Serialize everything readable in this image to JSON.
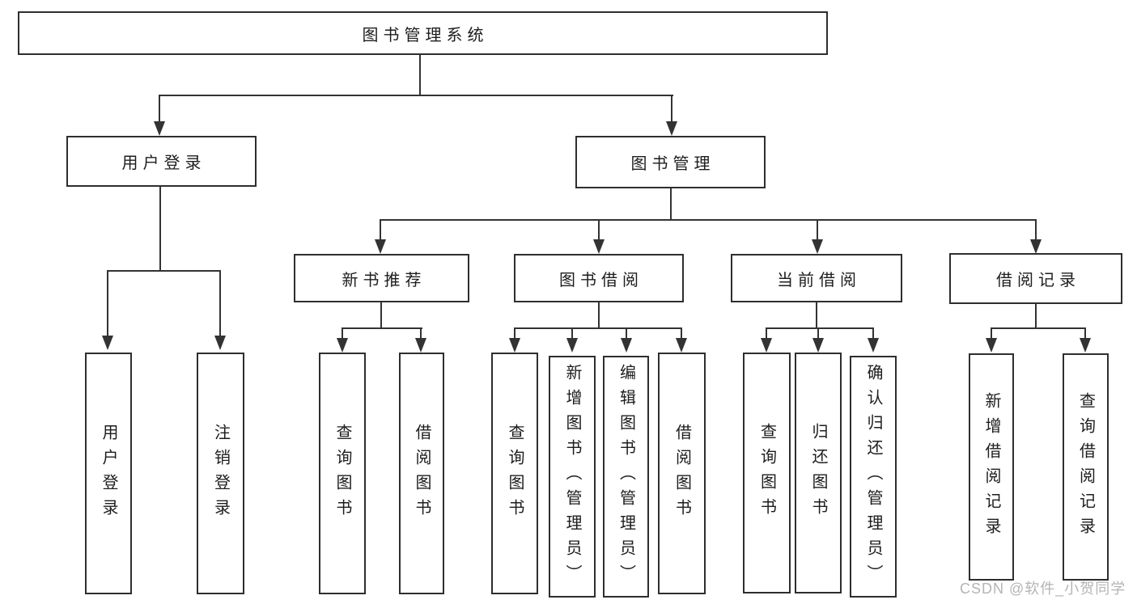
{
  "diagram": {
    "root": {
      "label": "图书管理系统"
    },
    "branches": [
      {
        "label": "用户登录",
        "leaves": [
          "用户登录",
          "注销登录"
        ]
      },
      {
        "label": "图书管理",
        "groups": [
          {
            "label": "新书推荐",
            "leaves": [
              "查询图书",
              "借阅图书"
            ]
          },
          {
            "label": "图书借阅",
            "leaves": [
              "查询图书",
              "新增图书（管理员）",
              "编辑图书（管理员）",
              "借阅图书"
            ]
          },
          {
            "label": "当前借阅",
            "leaves": [
              "查询图书",
              "归还图书",
              "确认归还（管理员）"
            ]
          },
          {
            "label": "借阅记录",
            "leaves": [
              "新增借阅记录",
              "查询借阅记录"
            ]
          }
        ]
      }
    ]
  },
  "watermark": {
    "text": "CSDN @软件_小贺同学"
  },
  "colors": {
    "line": "#333333",
    "border": "#2e2e2e",
    "text": "#1d1d1d",
    "background": "#ffffff",
    "watermark": "#b4b4b4"
  }
}
